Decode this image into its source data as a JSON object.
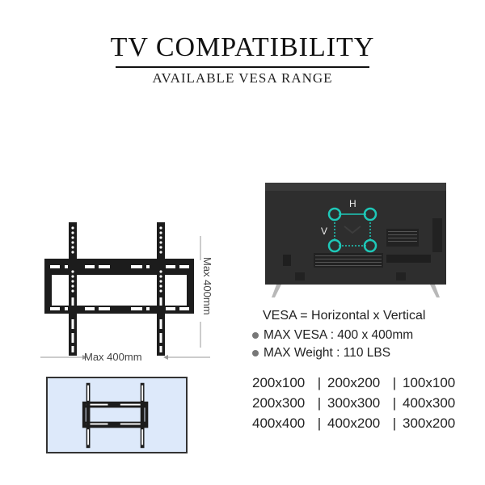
{
  "header": {
    "title": "TV COMPATIBILITY",
    "subtitle": "AVAILABLE VESA RANGE"
  },
  "bracket_diagram": {
    "horizontal_label": "Max 400mm",
    "vertical_label": "Max 400mm",
    "color": "#1c1c1c"
  },
  "tv_diagram": {
    "h_label": "H",
    "v_label": "V",
    "accent": "#1ec8b8",
    "body_color": "#2e2e2e"
  },
  "wall_panel": {
    "background": "#dde9fa"
  },
  "specs": {
    "definition": "VESA = Horizontal x Vertical",
    "items": [
      {
        "label": "MAX VESA : 400 x 400mm"
      },
      {
        "label": "MAX Weight : 110 LBS"
      }
    ]
  },
  "vesa_sizes": [
    [
      "200x100",
      "200x200",
      "100x100"
    ],
    [
      "200x300",
      "300x300",
      "400x300"
    ],
    [
      "400x400",
      "400x200",
      "300x200"
    ]
  ],
  "separator": "|"
}
